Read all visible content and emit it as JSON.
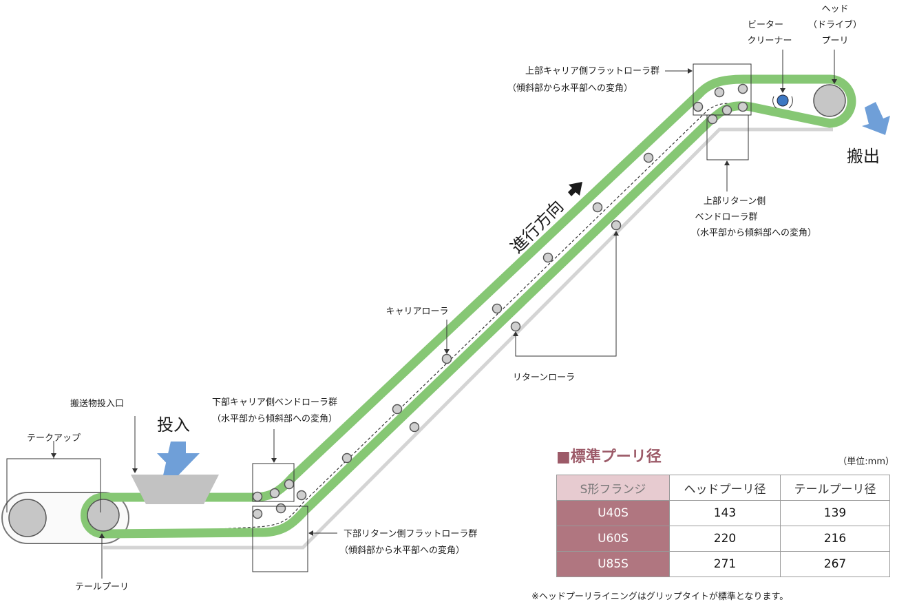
{
  "labels": {
    "takeup": "テークアップ",
    "inlet": "搬送物投入口",
    "input": "投入",
    "lower_carrier_bend": "下部キャリア側ベンドローラ群",
    "lower_carrier_bend_sub": "（水平部から傾斜部への変角）",
    "lower_return_flat": "下部リターン側フラットローラ群",
    "lower_return_flat_sub": "（傾斜部から水平部への変角）",
    "tail_pulley": "テールプーリ",
    "carrier_roller": "キャリアローラ",
    "return_roller": "リターンローラ",
    "direction": "進行方向",
    "upper_carrier_flat": "上部キャリア側フラットローラ群",
    "upper_carrier_flat_sub": "（傾斜部から水平部への変角）",
    "upper_return_bend_1": "上部リターン側",
    "upper_return_bend_2": "ベンドローラ群",
    "upper_return_bend_sub": "（水平部から傾斜部への変角）",
    "beater_cleaner_1": "ビーター",
    "beater_cleaner_2": "クリーナー",
    "head_pulley_1": "ヘッド",
    "head_pulley_2": "（ドライブ）",
    "head_pulley_3": "プーリ",
    "output": "搬出"
  },
  "colors": {
    "belt": "#86c774",
    "return_belt": "#d4d4d4",
    "arrow": "#6f9fd8",
    "hopper": "#c2c2c2",
    "cleaner": "#3d78c2",
    "table_head_cell": "#e7cbd0",
    "table_model_cell": "#b07680",
    "title": "#9c5a68"
  },
  "pulley_table": {
    "title": "■標準プーリ径",
    "unit": "（単位:mm）",
    "headers": [
      "S形フランジ",
      "ヘッドプーリ径",
      "テールプーリ径"
    ],
    "rows": [
      {
        "model": "U40S",
        "head": "143",
        "tail": "139"
      },
      {
        "model": "U60S",
        "head": "220",
        "tail": "216"
      },
      {
        "model": "U85S",
        "head": "271",
        "tail": "267"
      }
    ],
    "note": "※ヘッドプーリライニングはグリップタイトが標準となります。"
  }
}
